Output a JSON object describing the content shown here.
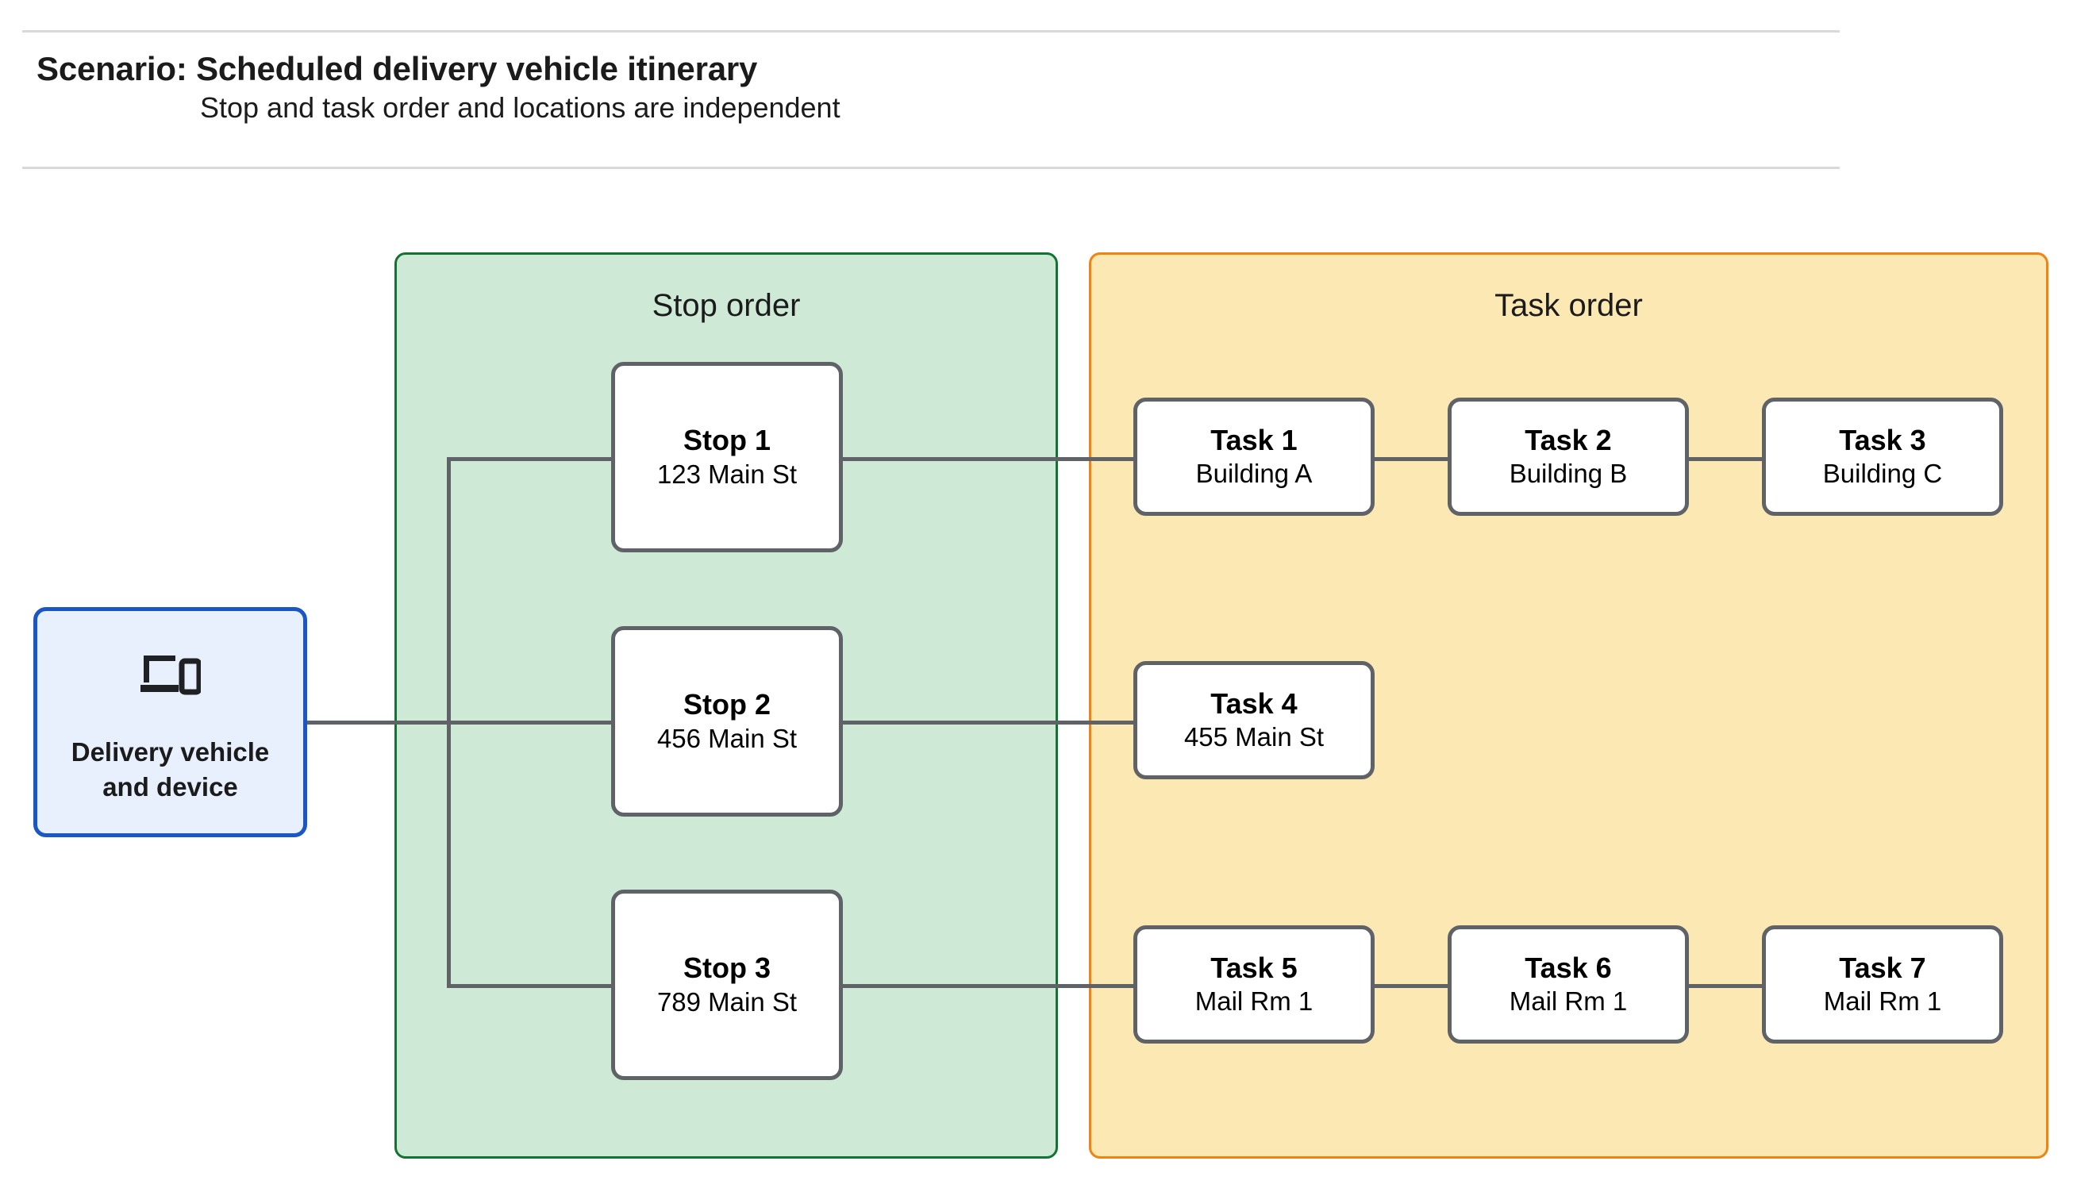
{
  "header": {
    "title": "Scenario: Scheduled delivery vehicle itinerary",
    "subtitle": "Stop and task order and locations are independent"
  },
  "vehicle": {
    "label": "Delivery vehicle\nand device",
    "icon": "devices-icon",
    "border_color": "#1a56c4",
    "fill_color": "#e8f0fe"
  },
  "stop_panel": {
    "title": "Stop order",
    "fill_color": "#ceead6",
    "border_color": "#137333",
    "stops": [
      {
        "title": "Stop 1",
        "subtitle": "123 Main St"
      },
      {
        "title": "Stop 2",
        "subtitle": "456 Main St"
      },
      {
        "title": "Stop 3",
        "subtitle": "789 Main St"
      }
    ]
  },
  "task_panel": {
    "title": "Task order",
    "fill_color": "#fce8b2",
    "border_color": "#ef8411",
    "rows": [
      {
        "tasks": [
          {
            "title": "Task 1",
            "subtitle": "Building A"
          },
          {
            "title": "Task 2",
            "subtitle": "Building B"
          },
          {
            "title": "Task 3",
            "subtitle": "Building C"
          }
        ]
      },
      {
        "tasks": [
          {
            "title": "Task 4",
            "subtitle": "455 Main St"
          }
        ]
      },
      {
        "tasks": [
          {
            "title": "Task 5",
            "subtitle": "Mail Rm 1"
          },
          {
            "title": "Task 6",
            "subtitle": "Mail Rm 1"
          },
          {
            "title": "Task 7",
            "subtitle": "Mail Rm 1"
          }
        ]
      }
    ]
  },
  "connector_color": "#5f6368"
}
